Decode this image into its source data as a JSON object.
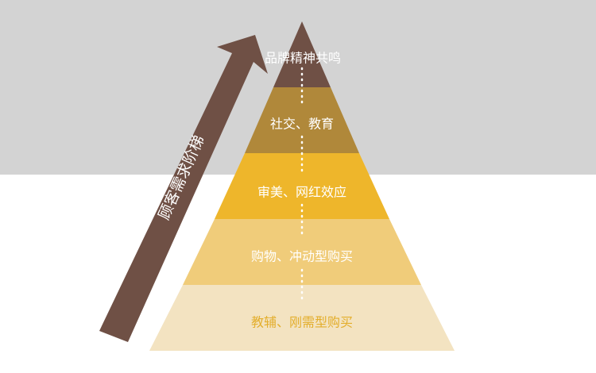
{
  "arrow": {
    "label": "顾客需求阶梯",
    "color": "#6f5045"
  },
  "pyramid": {
    "tiers": [
      {
        "label": "品牌精神共鸣",
        "fill": "#6f5045",
        "text_color": "#ffffff"
      },
      {
        "label": "社交、教育",
        "fill": "#b0883a",
        "text_color": "#ffffff"
      },
      {
        "label": "审美、网红效应",
        "fill": "#eeb62b",
        "text_color": "#ffffff"
      },
      {
        "label": "购物、冲动型购买",
        "fill": "#f0cc7a",
        "text_color": "#ffffff"
      },
      {
        "label": "教辅、刚需型购买",
        "fill": "#f3e3c1",
        "text_color": "#e3ae2c"
      }
    ],
    "connector_color": "#ffffff"
  },
  "background": {
    "band_color": "#d3d3d3",
    "page_color": "#ffffff"
  }
}
